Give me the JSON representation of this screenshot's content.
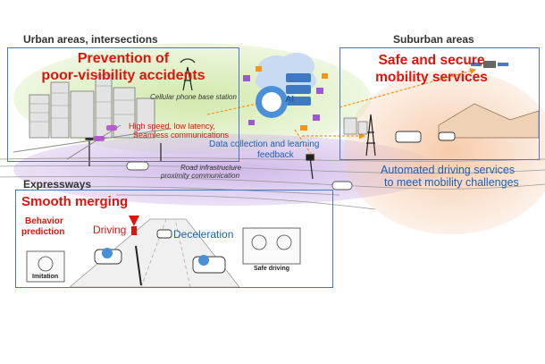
{
  "sections": {
    "urban": "Urban areas, intersections",
    "suburban": "Suburban areas",
    "expressways": "Expressways"
  },
  "urban_box": {
    "title_line1": "Prevention of",
    "title_line2": "poor-visibility accidents"
  },
  "suburban_box": {
    "title_line1": "Safe and secure",
    "title_line2": "mobility services"
  },
  "labels": {
    "cell_station": "Cellular phone base station",
    "comm_line1": "High speed, low latency,",
    "comm_line2": "Seamless communications",
    "data_line1": "Data collection and learning",
    "data_line2": "feedback",
    "road_infra_line1": "Road infrastructure",
    "road_infra_line2": "proximity communication",
    "auto_line1": "Automated driving services",
    "auto_line2": "to meet mobility challenges",
    "ai_badge": "AI"
  },
  "expressway_box": {
    "title": "Smooth merging",
    "behavior_line1": "Behavior",
    "behavior_line2": "prediction",
    "imitation": "Imitation",
    "driving": "Driving",
    "deceleration": "Deceleration",
    "safe_driving": "Safe driving"
  },
  "colors": {
    "accent_red": "#e0140c",
    "accent_blue": "#1f5fb0",
    "box_border": "#4a78c0",
    "ellipse_green": "#cfe8a8",
    "ellipse_purple": "#cdb5e8",
    "ellipse_orange": "#f6c8a6"
  }
}
